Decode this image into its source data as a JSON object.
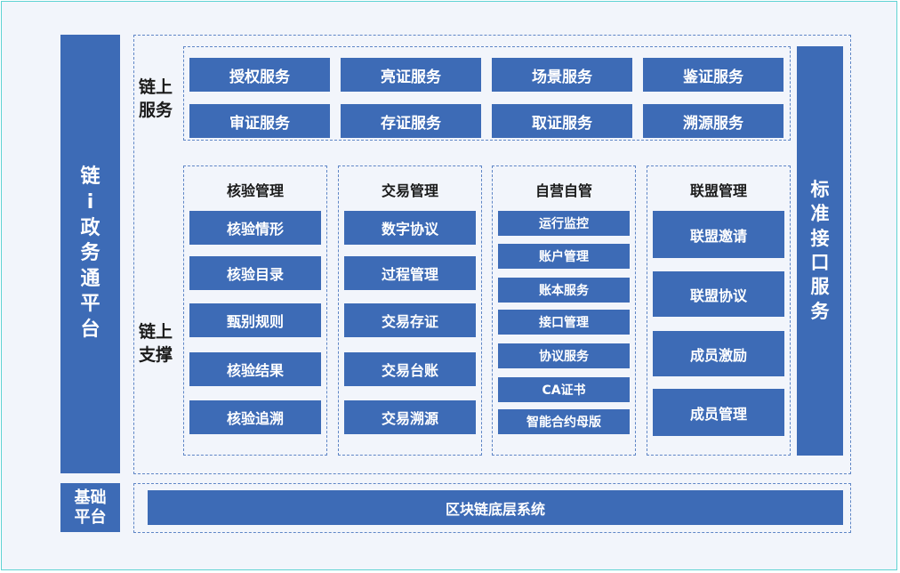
{
  "left_platform": {
    "text": "链\ni\n政\n务\n通\n平\n台"
  },
  "base_platform": {
    "text": "基础\n平台"
  },
  "right_interface": {
    "text": "标\n准\n接\n口\n服\n务"
  },
  "chain_services": {
    "label": "链上\n服务",
    "items": [
      "授权服务",
      "亮证服务",
      "场景服务",
      "鉴证服务",
      "审证服务",
      "存证服务",
      "取证服务",
      "溯源服务"
    ]
  },
  "chain_support": {
    "label": "链上\n支撑",
    "groups": [
      {
        "title": "核验管理",
        "items": [
          "核验情形",
          "核验目录",
          "甄别规则",
          "核验结果",
          "核验追溯"
        ]
      },
      {
        "title": "交易管理",
        "items": [
          "数字协议",
          "过程管理",
          "交易存证",
          "交易台账",
          "交易溯源"
        ]
      },
      {
        "title": "自营自管",
        "items": [
          "运行监控",
          "账户管理",
          "账本服务",
          "接口管理",
          "协议服务",
          "CA证书",
          "智能合约母版"
        ]
      },
      {
        "title": "联盟管理",
        "items": [
          "联盟邀请",
          "联盟协议",
          "成员激励",
          "成员管理"
        ]
      }
    ]
  },
  "blockchain_base": {
    "text": "区块链底层系统"
  },
  "colors": {
    "box": "#3d6bb6",
    "dash": "#5f86c6",
    "background": "#f2f5fb",
    "frame": "#5fd3d3"
  }
}
